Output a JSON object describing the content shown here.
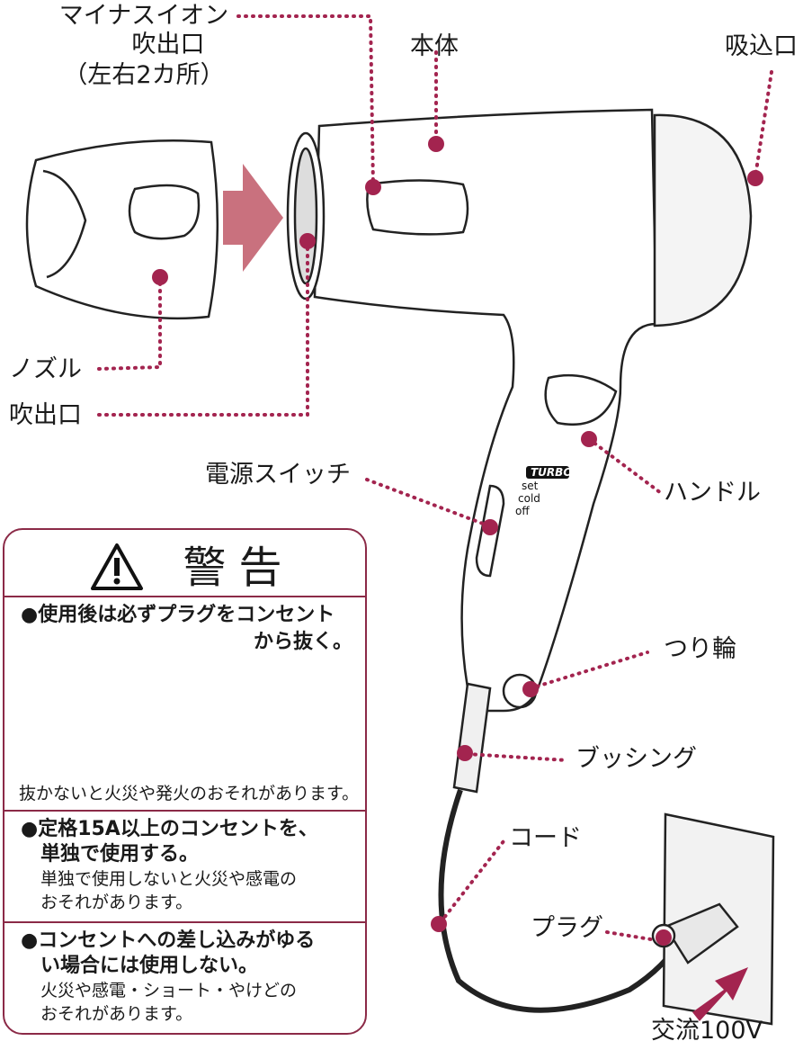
{
  "labels": {
    "minus_ion_1": "マイナスイオン",
    "minus_ion_2": "吹出口",
    "minus_ion_3": "（左右2カ所）",
    "body": "本体",
    "intake": "吸込口",
    "nozzle": "ノズル",
    "outlet": "吹出口",
    "power_switch": "電源スイッチ",
    "handle": "ハンドル",
    "hanging_ring": "つり輪",
    "bushing": "ブッシング",
    "cord": "コード",
    "plug": "プラグ",
    "ac_power": "交流100V"
  },
  "switch_positions": [
    "TURBO",
    "set",
    "cold",
    "off"
  ],
  "warning": {
    "title": "警告",
    "item1_head_1": "●使用後は必ずプラグをコンセント",
    "item1_head_2": "から抜く。",
    "item1_body": "抜かないと火災や発火のおそれがあります。",
    "item2_head_1": "●定格15A以上のコンセントを、",
    "item2_head_2": "単独で使用する。",
    "item2_body_1": "単独で使用しないと火災や感電の",
    "item2_body_2": "おそれがあります。",
    "item3_head_1": "●コンセントへの差し込みがゆる",
    "item3_head_2": "い場合には使用しない。",
    "item3_body_1": "火災や感電・ショート・やけどの",
    "item3_body_2": "おそれがあります。"
  },
  "colors": {
    "accent": "#a3244f",
    "frame": "#8b2a47",
    "arrow": "#c9717e"
  }
}
